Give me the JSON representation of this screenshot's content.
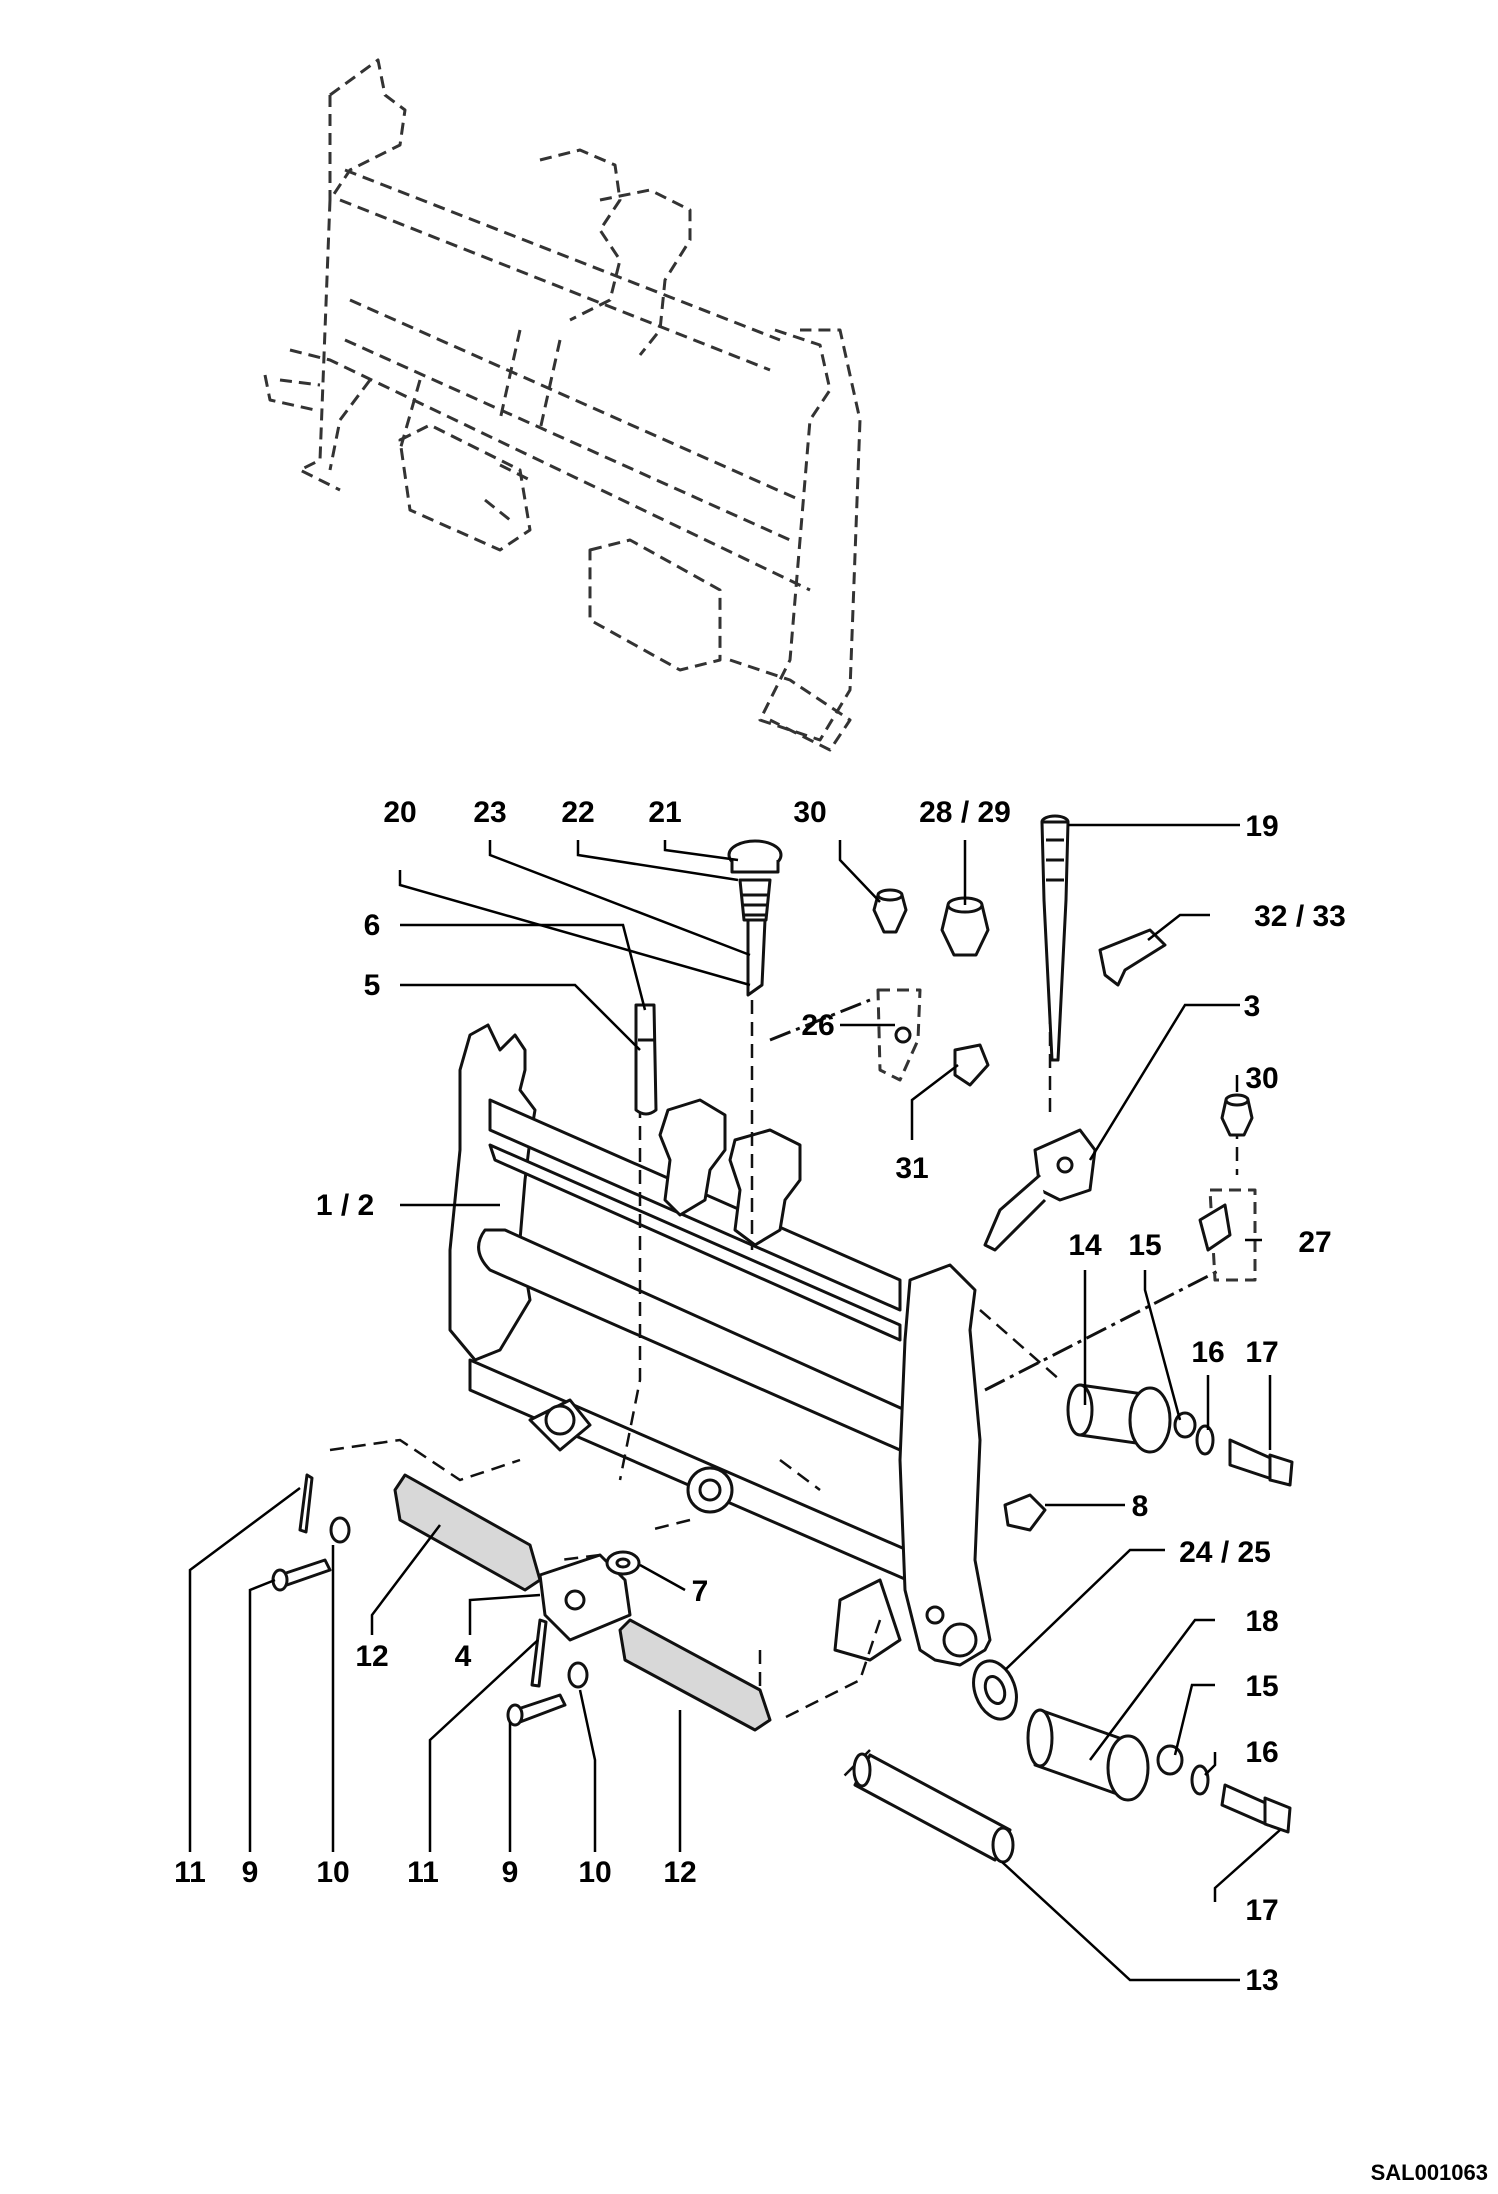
{
  "drawing_code": "SAL001063",
  "callouts": [
    {
      "id": "c20",
      "text": "20"
    },
    {
      "id": "c23",
      "text": "23"
    },
    {
      "id": "c22",
      "text": "22"
    },
    {
      "id": "c21",
      "text": "21"
    },
    {
      "id": "c30a",
      "text": "30"
    },
    {
      "id": "c2829",
      "text": "28  / 29"
    },
    {
      "id": "c19",
      "text": "19"
    },
    {
      "id": "c6",
      "text": "6"
    },
    {
      "id": "c3233",
      "text": "32  / 33"
    },
    {
      "id": "c5",
      "text": "5"
    },
    {
      "id": "c26",
      "text": "26"
    },
    {
      "id": "c3",
      "text": "3"
    },
    {
      "id": "c30b",
      "text": "30"
    },
    {
      "id": "c31",
      "text": "31"
    },
    {
      "id": "c12",
      "text": "1  / 2"
    },
    {
      "id": "c14",
      "text": "14"
    },
    {
      "id": "c15a",
      "text": "15"
    },
    {
      "id": "c27",
      "text": "27"
    },
    {
      "id": "c16a",
      "text": "16"
    },
    {
      "id": "c17a",
      "text": "17"
    },
    {
      "id": "c8",
      "text": "8"
    },
    {
      "id": "c2425",
      "text": "24  / 25"
    },
    {
      "id": "c7",
      "text": "7"
    },
    {
      "id": "c4",
      "text": "4"
    },
    {
      "id": "c12a",
      "text": "12"
    },
    {
      "id": "c18",
      "text": "18"
    },
    {
      "id": "c15b",
      "text": "15"
    },
    {
      "id": "c16b",
      "text": "16"
    },
    {
      "id": "c11a",
      "text": "11"
    },
    {
      "id": "c9a",
      "text": "9"
    },
    {
      "id": "c10a",
      "text": "10"
    },
    {
      "id": "c11b",
      "text": "11"
    },
    {
      "id": "c9b",
      "text": "9"
    },
    {
      "id": "c10b",
      "text": "10"
    },
    {
      "id": "c12b",
      "text": "12"
    },
    {
      "id": "c17b",
      "text": "17"
    },
    {
      "id": "c13",
      "text": "13"
    }
  ]
}
